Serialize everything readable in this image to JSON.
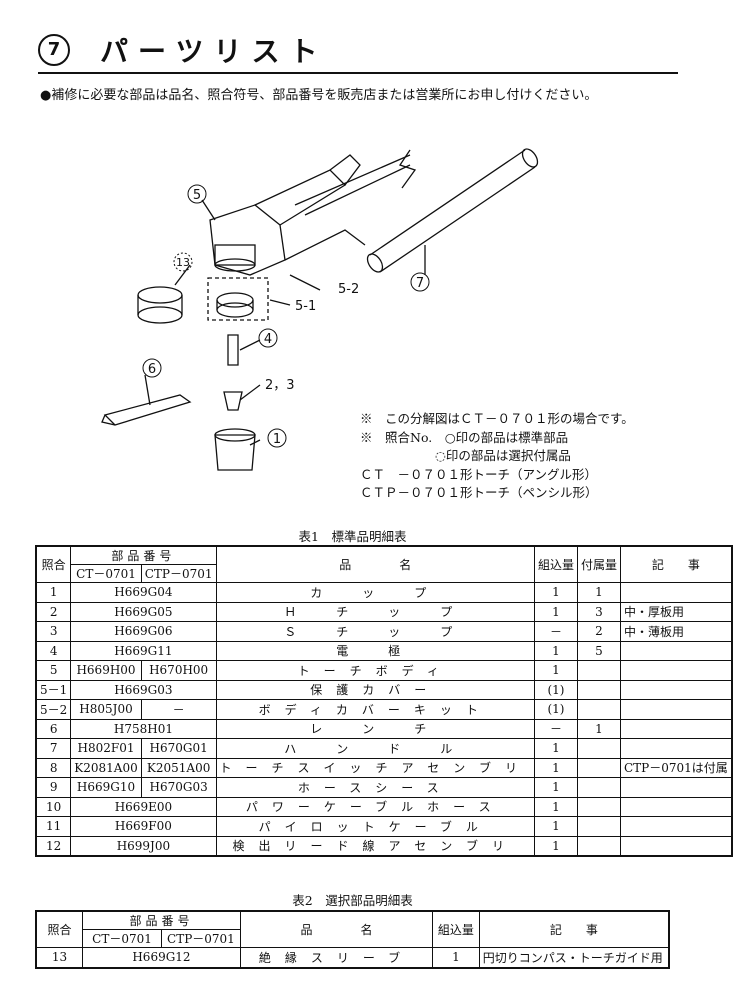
{
  "header": {
    "section_num": "7",
    "title": "パーツリスト"
  },
  "note": "●補修に必要な部品は品名、照合符号、部品番号を販売店または営業所にお申し付けください。",
  "diagram": {
    "labels": [
      "5",
      "13",
      "5-1",
      "5-2",
      "4",
      "6",
      "2，3",
      "1",
      "7"
    ]
  },
  "legend": [
    "※　この分解図はＣＴ－０７０１形の場合です。",
    "※　照合No.　○印の部品は標準部品",
    "　　　　　　◌印の部品は選択付属品",
    "ＣＴ　－０７０１形トーチ（アングル形）",
    "ＣＴＰ－０７０１形トーチ（ペンシル形）"
  ],
  "table1": {
    "caption": "表1　標準品明細表",
    "headers": {
      "ref": "照合",
      "part_no": "部品番号",
      "ct": "CT－0701",
      "ctp": "CTP－0701",
      "name": "品　　　　名",
      "qty": "組込量",
      "acc": "付属量",
      "remarks": "記　　事"
    },
    "rows": [
      {
        "ref": "1",
        "part": "H669G04",
        "name": "カ　ッ　プ",
        "qty": "1",
        "acc": "1",
        "remarks": ""
      },
      {
        "ref": "2",
        "part": "H669G05",
        "name": "Ｈ　チ　ッ　プ",
        "qty": "1",
        "acc": "3",
        "remarks": "中・厚板用"
      },
      {
        "ref": "3",
        "part": "H669G06",
        "name": "Ｓ　チ　ッ　プ",
        "qty": "－",
        "acc": "2",
        "remarks": "中・薄板用"
      },
      {
        "ref": "4",
        "part": "H669G11",
        "name": "電　極",
        "qty": "1",
        "acc": "5",
        "remarks": ""
      },
      {
        "ref": "5",
        "ct": "H669H00",
        "ctp": "H670H00",
        "name": "トーチボディ",
        "qty": "1",
        "acc": "",
        "remarks": ""
      },
      {
        "ref": "5－1",
        "part": "H669G03",
        "name": "保護カバー",
        "qty": "(1)",
        "acc": "",
        "remarks": ""
      },
      {
        "ref": "5－2",
        "ct": "H805J00",
        "ctp": "－",
        "name": "ボディカバーキット",
        "qty": "(1)",
        "acc": "",
        "remarks": ""
      },
      {
        "ref": "6",
        "part": "H758H01",
        "name": "レ　ン　チ",
        "qty": "－",
        "acc": "1",
        "remarks": ""
      },
      {
        "ref": "7",
        "ct": "H802F01",
        "ctp": "H670G01",
        "name": "ハ　ン　ド　ル",
        "qty": "1",
        "acc": "",
        "remarks": ""
      },
      {
        "ref": "8",
        "ct": "K2081A00",
        "ctp": "K2051A00",
        "name": "トーチスイッチアセンブリ",
        "qty": "1",
        "acc": "",
        "remarks": "CTP－0701は付属"
      },
      {
        "ref": "9",
        "ct": "H669G10",
        "ctp": "H670G03",
        "name": "ホースシース",
        "qty": "1",
        "acc": "",
        "remarks": ""
      },
      {
        "ref": "10",
        "part": "H669E00",
        "name": "パワーケーブルホース",
        "qty": "1",
        "acc": "",
        "remarks": ""
      },
      {
        "ref": "11",
        "part": "H669F00",
        "name": "パイロットケーブル",
        "qty": "1",
        "acc": "",
        "remarks": ""
      },
      {
        "ref": "12",
        "part": "H699J00",
        "name": "検出リード線アセンブリ",
        "qty": "1",
        "acc": "",
        "remarks": ""
      }
    ]
  },
  "table2": {
    "caption": "表2　選択部品明細表",
    "headers": {
      "ref": "照合",
      "part_no": "部品番号",
      "ct": "CT－0701",
      "ctp": "CTP－0701",
      "name": "品　　　　名",
      "qty": "組込量",
      "remarks": "記　　事"
    },
    "rows": [
      {
        "ref": "13",
        "part": "H669G12",
        "name": "絶縁スリーブ",
        "qty": "1",
        "remarks": "円切りコンパス・トーチガイド用"
      }
    ]
  }
}
